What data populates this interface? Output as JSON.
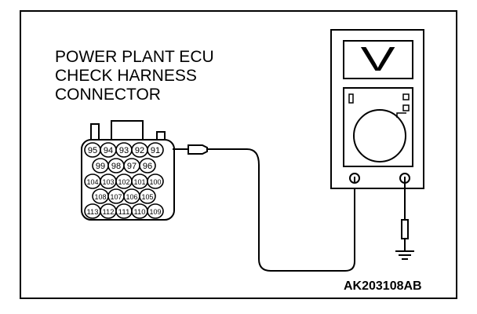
{
  "title_lines": [
    "POWER PLANT ECU",
    "CHECK HARNESS",
    "CONNECTOR"
  ],
  "reference_code": "AK203108AB",
  "meter_mode_symbol": "V",
  "connector_pins": {
    "row1": [
      "95",
      "94",
      "93",
      "92",
      "91"
    ],
    "row2": [
      "99",
      "98",
      "97",
      "96"
    ],
    "row3": [
      "104",
      "103",
      "102",
      "101",
      "100"
    ],
    "row4": [
      "108",
      "107",
      "106",
      "105"
    ],
    "row5": [
      "113",
      "112",
      "111",
      "110",
      "109"
    ]
  },
  "probe_pin": "91",
  "colors": {
    "line": "#000000",
    "background": "#ffffff"
  }
}
